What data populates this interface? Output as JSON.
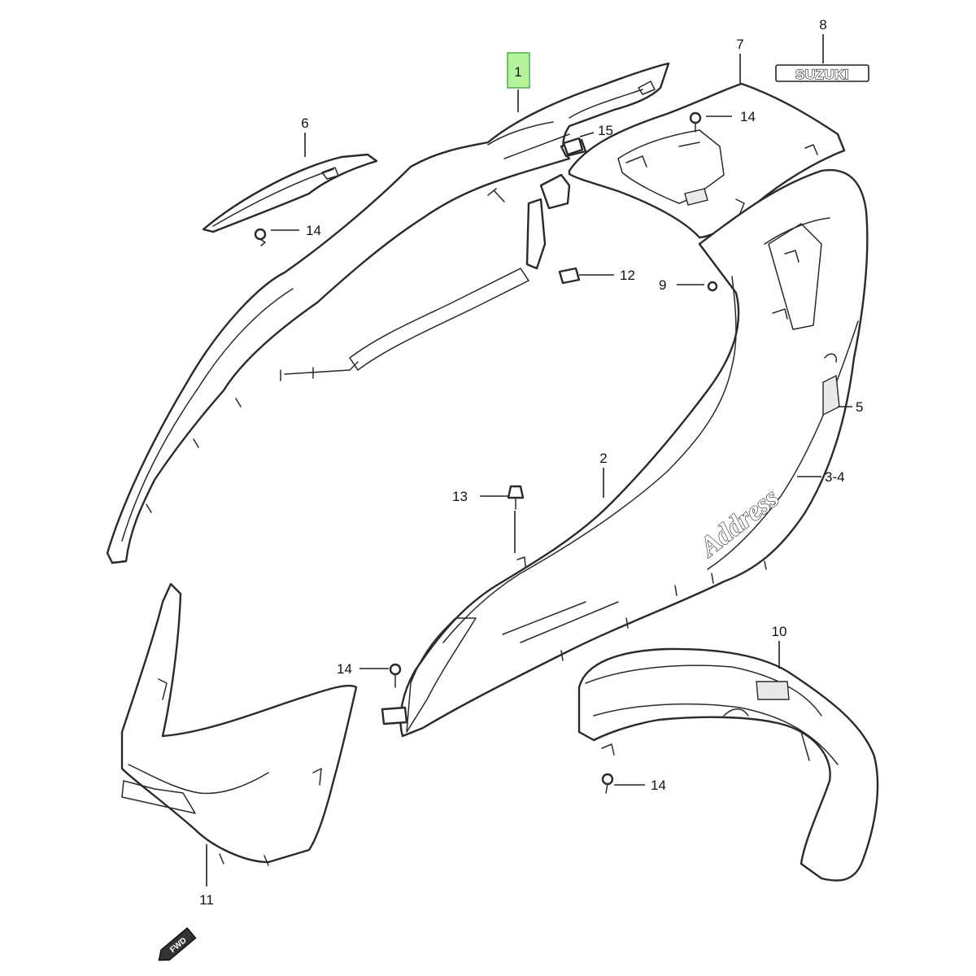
{
  "diagram": {
    "highlighted_callout": "1",
    "callouts": {
      "c1": "1",
      "c2": "2",
      "c3_4": "3-4",
      "c5": "5",
      "c6": "6",
      "c7": "7",
      "c8": "8",
      "c9": "9",
      "c10": "10",
      "c11": "11",
      "c12": "12",
      "c13": "13",
      "c14_a": "14",
      "c14_b": "14",
      "c14_c": "14",
      "c14_d": "14",
      "c15": "15"
    },
    "emblem": "SUZUKI",
    "side_emblem": "Address",
    "direction_arrow": "FWD",
    "highlight_color": "#b6f39a"
  }
}
